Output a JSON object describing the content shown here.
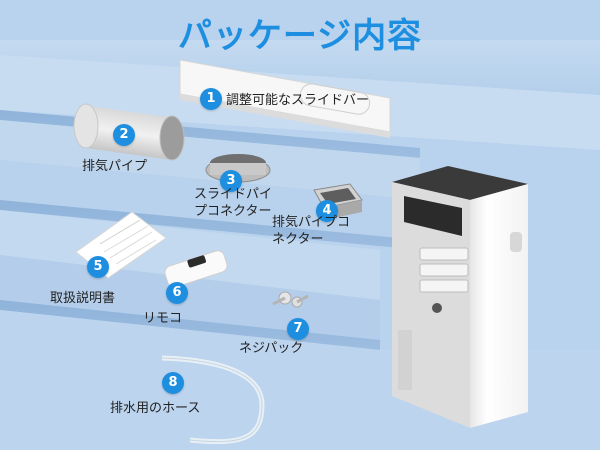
{
  "title": "パッケージ内容",
  "colors": {
    "accent": "#1e8fe0",
    "background": "#a9c8e6"
  },
  "items": [
    {
      "number": "1",
      "label": "調整可能なスライドバー"
    },
    {
      "number": "2",
      "label": "排気パイプ"
    },
    {
      "number": "3",
      "label": "スライドパイ\nプコネクター"
    },
    {
      "number": "4",
      "label": "排気パイプコ\nネクター"
    },
    {
      "number": "5",
      "label": "取扱説明書"
    },
    {
      "number": "6",
      "label": "リモコ"
    },
    {
      "number": "7",
      "label": "ネジパック"
    },
    {
      "number": "8",
      "label": "排水用のホース"
    }
  ],
  "unit_panel": [
    "",
    "",
    "",
    "",
    ""
  ]
}
